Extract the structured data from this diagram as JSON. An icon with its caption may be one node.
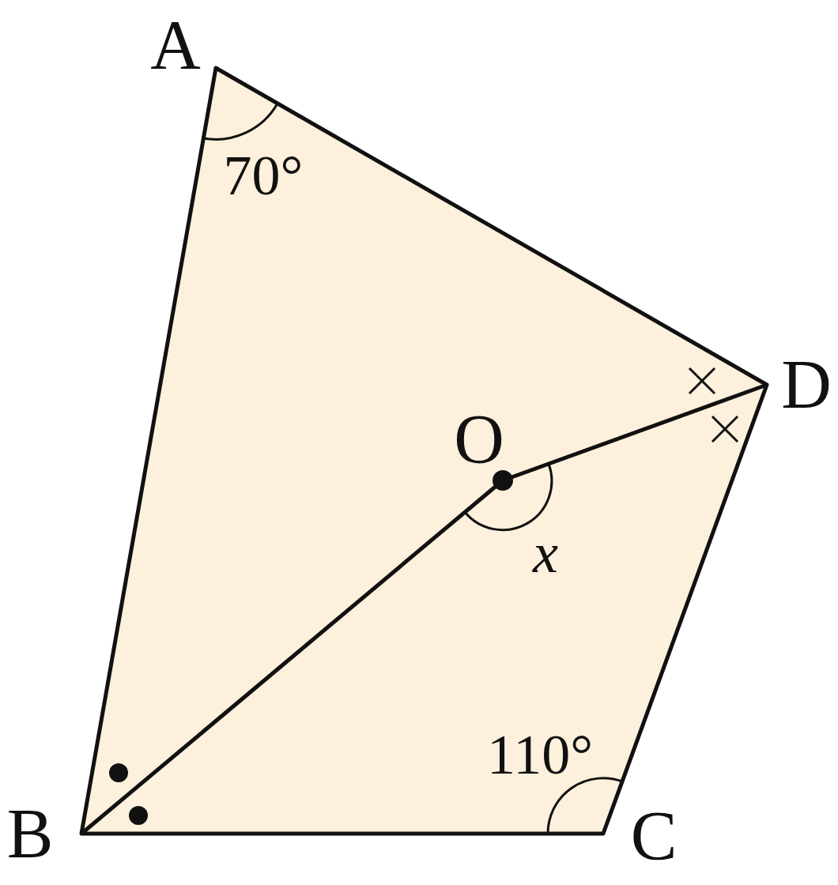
{
  "diagram": {
    "labels": [
      "A",
      "70°",
      "D",
      "O",
      "x",
      "110°",
      "B",
      "C"
    ]
  }
}
